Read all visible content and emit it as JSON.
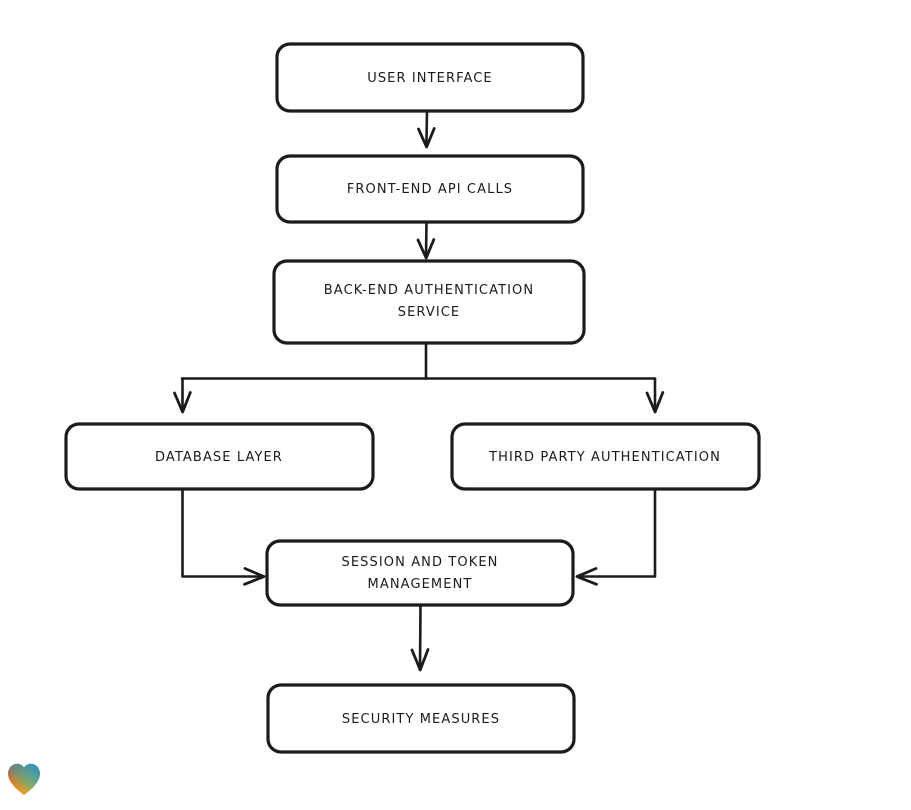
{
  "diagram": {
    "type": "flowchart",
    "style": "hand-drawn",
    "background_color": "#ffffff",
    "stroke_color": "#1b1b1f",
    "text_color": "#1b1b1f",
    "node_fill": "#ffffff",
    "nodes": [
      {
        "id": "user-interface",
        "label": "USER INTERFACE",
        "lines": [
          "USER INTERFACE"
        ]
      },
      {
        "id": "front-end-api-calls",
        "label": "FRONT-END API CALLS",
        "lines": [
          "FRONT-END API CALLS"
        ]
      },
      {
        "id": "back-end-authentication-service",
        "label": "BACK-END AUTHENTICATION SERVICE",
        "lines": [
          "BACK-END AUTHENTICATION",
          "SERVICE"
        ]
      },
      {
        "id": "database-layer",
        "label": "DATABASE LAYER",
        "lines": [
          "DATABASE LAYER"
        ]
      },
      {
        "id": "third-party-authentication",
        "label": "THIRD PARTY AUTHENTICATION",
        "lines": [
          "THIRD PARTY AUTHENTICATION"
        ]
      },
      {
        "id": "session-and-token-management",
        "label": "SESSION AND TOKEN MANAGEMENT",
        "lines": [
          "SESSION AND TOKEN",
          "MANAGEMENT"
        ]
      },
      {
        "id": "security-measures",
        "label": "SECURITY MEASURES",
        "lines": [
          "SECURITY MEASURES"
        ]
      }
    ],
    "edges": [
      {
        "from": "user-interface",
        "to": "front-end-api-calls",
        "direction": "down"
      },
      {
        "from": "front-end-api-calls",
        "to": "back-end-authentication-service",
        "direction": "down"
      },
      {
        "from": "back-end-authentication-service",
        "to": "database-layer",
        "direction": "down-left-branch"
      },
      {
        "from": "back-end-authentication-service",
        "to": "third-party-authentication",
        "direction": "down-right-branch"
      },
      {
        "from": "database-layer",
        "to": "session-and-token-management",
        "direction": "down-then-right"
      },
      {
        "from": "third-party-authentication",
        "to": "session-and-token-management",
        "direction": "down-then-left"
      },
      {
        "from": "session-and-token-management",
        "to": "security-measures",
        "direction": "down"
      }
    ]
  },
  "watermark": {
    "icon": "heart-icon",
    "gradient": {
      "top_left": "#e8262a",
      "bottom_left": "#f6a01a",
      "top_right": "#1f8fd6",
      "mid_right": "#21b6b0"
    }
  }
}
